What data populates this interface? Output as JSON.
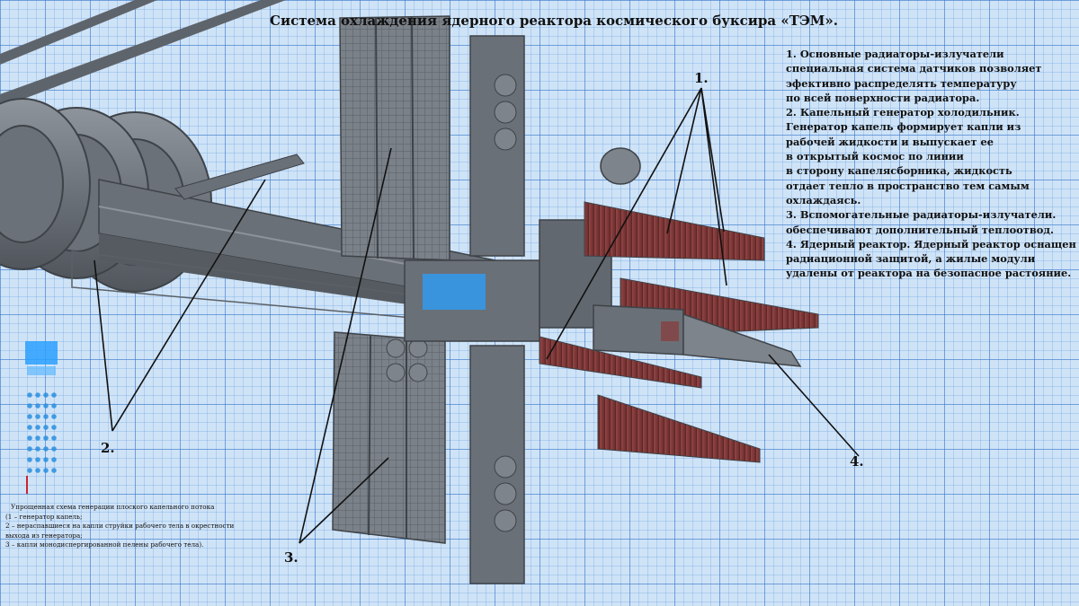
{
  "title": "Система охлаждения ядерного реактора космического буксира «ТЭМ».",
  "description_lines": [
    "1. Основные радиаторы-излучатели",
    "специальная система датчиков позволяет",
    "эфективно распределять температуру",
    "по всей поверхности радиатора.",
    "2. Капельный генератор холодильник.",
    "Генератор капель формирует капли из",
    "рабочей жидкости и выпускает ее",
    "в открытый космос по линии",
    "в сторону капелясборника, жидкость",
    "отдает тепло в пространство тем самым",
    "охлаждаясь.",
    "3. Вспомогательные радиаторы-излучатели.",
    "обеспечивают дополнительный теплоотвод.",
    "4. Ядерный реактор. Ядерный реактор оснащен",
    "радиационной защитой, а жилые модули",
    "удалены от реактора на безопасное растояние."
  ],
  "callouts": {
    "c1": "1.",
    "c2": "2.",
    "c3": "3.",
    "c4": "4."
  },
  "caption_lines": [
    "Упрощенная схема генерации плоского капельного потока",
    "(1 – генератор капель;",
    "2 – нераспавшиеся на капли струйки рабочего тела в окрестности",
    "выхода из генератора;",
    "3 – капли монодиспергированной пелены рабочего тела)."
  ],
  "colors": {
    "structure": "#5e646b",
    "structure_light": "#8c939b",
    "radiator_red": "#8a3b3b",
    "reactor_glow": "#2aa0ff",
    "grid": "#3c78c8"
  }
}
